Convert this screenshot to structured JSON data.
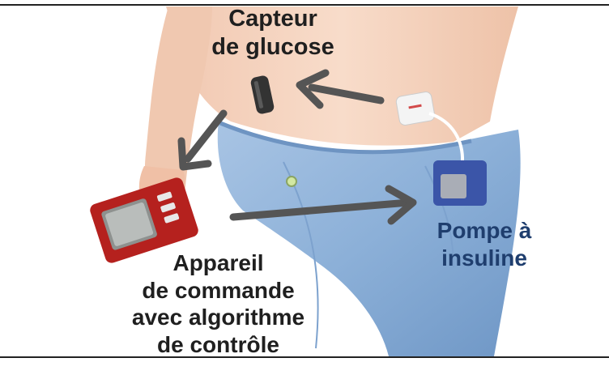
{
  "labels": {
    "sensor": [
      "Capteur",
      "de glucose"
    ],
    "pump": [
      "Pompe à",
      "insuline"
    ],
    "controller": [
      "Appareil",
      "de commande",
      "avec algorithme",
      "de contrôle"
    ]
  },
  "colors": {
    "skin": "#f4d3bf",
    "denim": "#8fb2d9",
    "arrow": "#555555",
    "pump_body": "#3b55a8",
    "controller_body": "#b5211e"
  }
}
